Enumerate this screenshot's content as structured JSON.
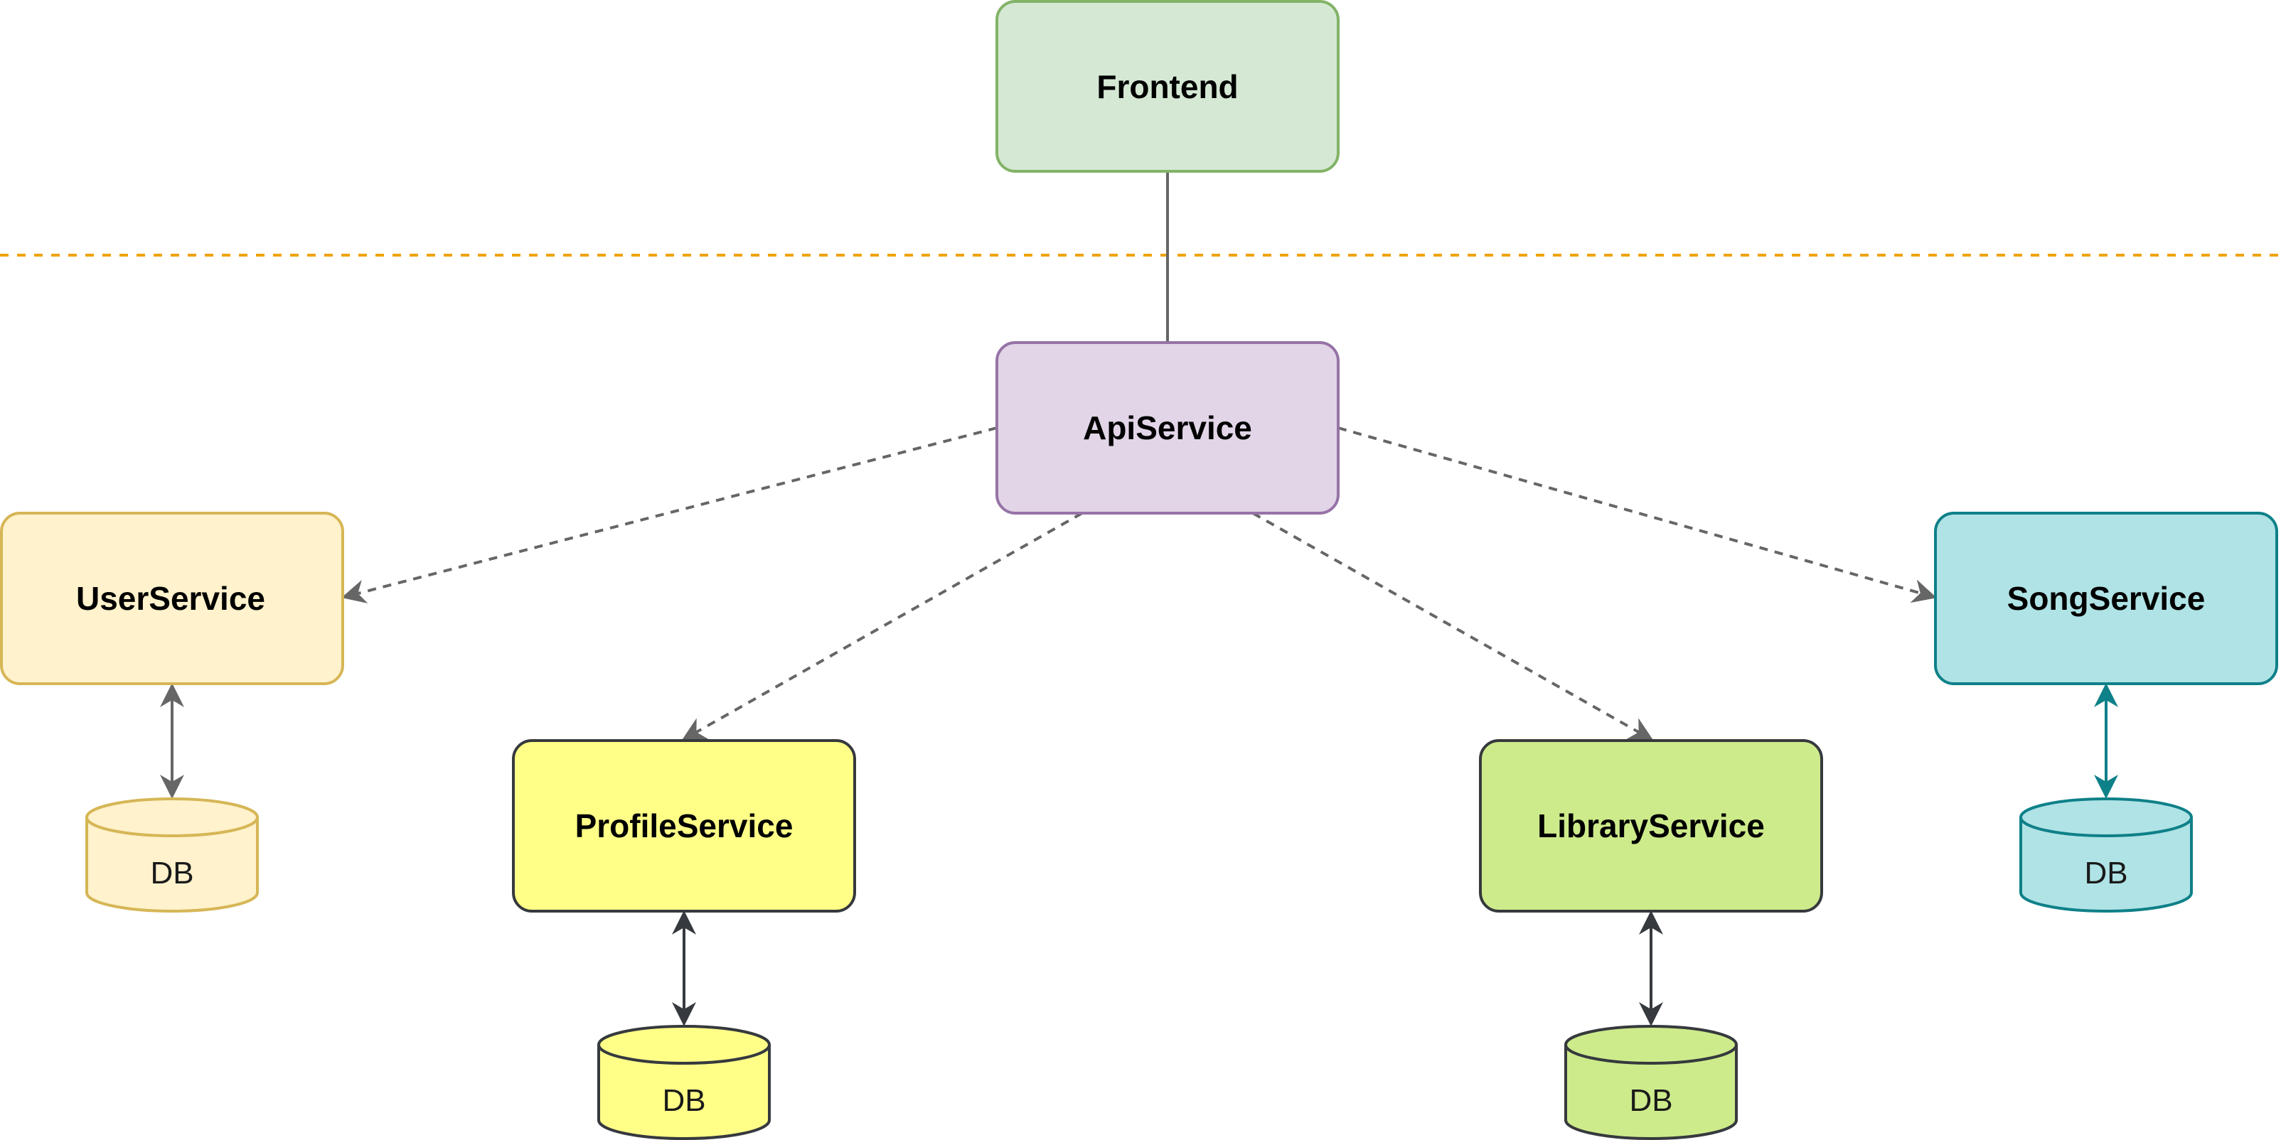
{
  "diagram": {
    "nodes": {
      "frontend": {
        "label": "Frontend",
        "fill": "#d5e8d4",
        "stroke": "#82b366"
      },
      "api": {
        "label": "ApiService",
        "fill": "#e1d5e7",
        "stroke": "#9673a6"
      },
      "user": {
        "label": "UserService",
        "fill": "#fff2cc",
        "stroke": "#d6b656"
      },
      "profile": {
        "label": "ProfileService",
        "fill": "#ffff88",
        "stroke": "#36393d"
      },
      "library": {
        "label": "LibraryService",
        "fill": "#cdeb8b",
        "stroke": "#36393d"
      },
      "song": {
        "label": "SongService",
        "fill": "#b0e3e6",
        "stroke": "#0e8088"
      }
    },
    "databases": {
      "user_db": {
        "label": "DB",
        "fill": "#fff2cc",
        "stroke": "#d6b656"
      },
      "profile_db": {
        "label": "DB",
        "fill": "#ffff88",
        "stroke": "#36393d"
      },
      "library_db": {
        "label": "DB",
        "fill": "#cdeb8b",
        "stroke": "#36393d"
      },
      "song_db": {
        "label": "DB",
        "fill": "#b0e3e6",
        "stroke": "#0e8088"
      }
    },
    "edges": [
      {
        "from": "frontend",
        "to": "api",
        "style": "solid"
      },
      {
        "from": "api",
        "to": "user",
        "style": "dashed"
      },
      {
        "from": "api",
        "to": "profile",
        "style": "dashed"
      },
      {
        "from": "api",
        "to": "library",
        "style": "dashed"
      },
      {
        "from": "api",
        "to": "song",
        "style": "dashed"
      },
      {
        "from": "user",
        "to": "user_db",
        "style": "bidirectional"
      },
      {
        "from": "profile",
        "to": "profile_db",
        "style": "bidirectional"
      },
      {
        "from": "library",
        "to": "library_db",
        "style": "bidirectional"
      },
      {
        "from": "song",
        "to": "song_db",
        "style": "bidirectional"
      }
    ],
    "boundary_color": "#f0a30a",
    "edge_color": "#666666",
    "song_edge_color": "#0e8088",
    "dark_edge_color": "#36393d"
  }
}
